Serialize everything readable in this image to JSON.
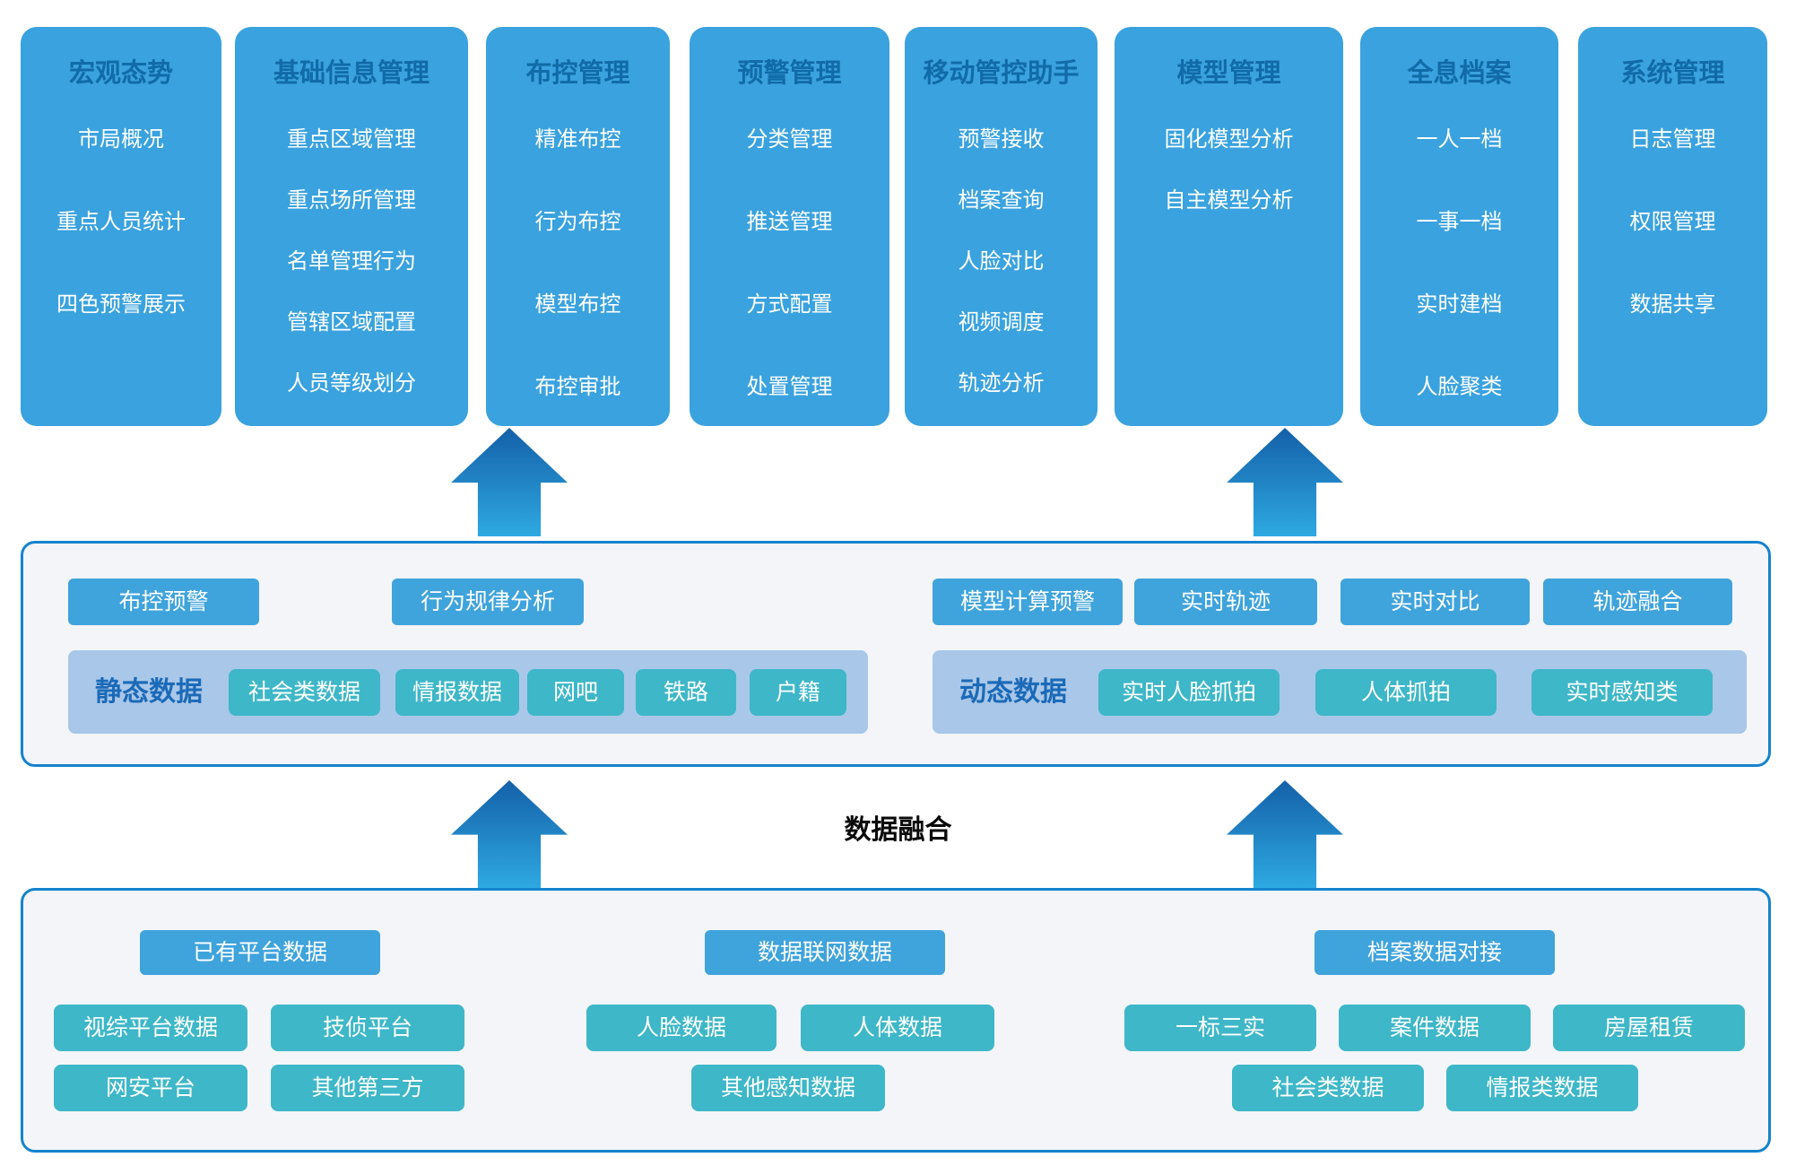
{
  "diagram": {
    "modules": [
      {
        "title": "宏观态势",
        "items": [
          "市局概况",
          "重点人员统计",
          "四色预警展示"
        ]
      },
      {
        "title": "基础信息管理",
        "items": [
          "重点区域管理",
          "重点场所管理",
          "名单管理行为",
          "管辖区域配置",
          "人员等级划分"
        ]
      },
      {
        "title": "布控管理",
        "items": [
          "精准布控",
          "行为布控",
          "模型布控",
          "布控审批"
        ]
      },
      {
        "title": "预警管理",
        "items": [
          "分类管理",
          "推送管理",
          "方式配置",
          "处置管理"
        ]
      },
      {
        "title": "移动管控助手",
        "items": [
          "预警接收",
          "档案查询",
          "人脸对比",
          "视频调度",
          "轨迹分析"
        ]
      },
      {
        "title": "模型管理",
        "items": [
          "固化模型分析",
          "自主模型分析"
        ]
      },
      {
        "title": "全息档案",
        "items": [
          "一人一档",
          "一事一档",
          "实时建档",
          "人脸聚类"
        ]
      },
      {
        "title": "系统管理",
        "items": [
          "日志管理",
          "权限管理",
          "数据共享"
        ]
      }
    ],
    "analysis_layer": {
      "groups": [
        {
          "capability_pills": [
            "布控预警",
            "行为规律分析"
          ],
          "band_label": "静态数据",
          "band_pills": [
            "社会类数据",
            "情报数据",
            "网吧",
            "铁路",
            "户籍"
          ]
        },
        {
          "capability_pills": [
            "模型计算预警",
            "实时轨迹",
            "实时对比",
            "轨迹融合"
          ],
          "band_label": "动态数据",
          "band_pills": [
            "实时人脸抓拍",
            "人体抓拍",
            "实时感知类"
          ]
        }
      ]
    },
    "fusion_label": "数据融合",
    "source_layer": {
      "groups": [
        {
          "header": "已有平台数据",
          "rows": [
            [
              "视综平台数据",
              "技侦平台"
            ],
            [
              "网安平台",
              "其他第三方"
            ]
          ]
        },
        {
          "header": "数据联网数据",
          "rows": [
            [
              "人脸数据",
              "人体数据"
            ],
            [
              "其他感知数据"
            ]
          ]
        },
        {
          "header": "档案数据对接",
          "rows": [
            [
              "一标三实",
              "案件数据",
              "房屋租赁"
            ],
            [
              "社会类数据",
              "情报类数据"
            ]
          ]
        }
      ]
    },
    "colors": {
      "card_blue": "#3aa2de",
      "card_title": "#106ba8",
      "pill_blue": "#3fa3dc",
      "band_bg": "#a9c7e8",
      "band_label": "#1b6ab8",
      "teal_pill": "#3eb7c8",
      "box_border": "#1583cd",
      "box_bg": "#f3f5f8",
      "arrow_top": "#1460a8",
      "arrow_bottom": "#2ea9e2"
    }
  }
}
